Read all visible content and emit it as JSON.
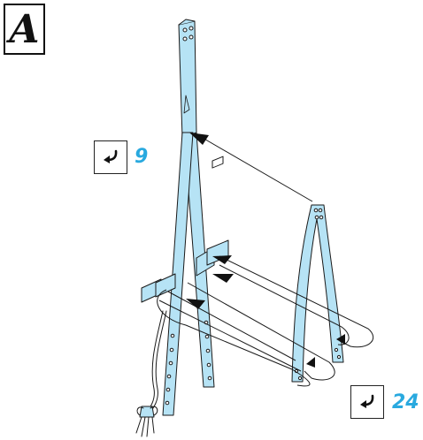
{
  "step_label": "A",
  "references": [
    {
      "number": "9",
      "icon": "return-arrow-icon"
    },
    {
      "number": "24",
      "icon": "return-arrow-icon"
    }
  ],
  "colors": {
    "part_fill": "#b6e3f5",
    "outline": "#1a1a1a",
    "accent_text": "#29a9df"
  }
}
